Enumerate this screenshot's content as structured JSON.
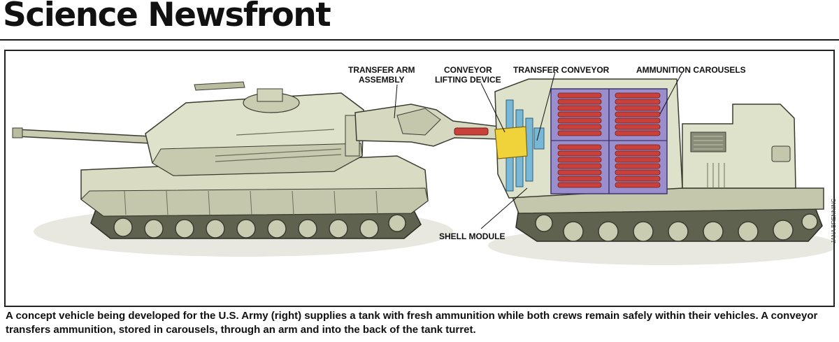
{
  "masthead": {
    "title": "Science Newsfront"
  },
  "labels": {
    "transfer_arm": "TRANSFER ARM\nASSEMBLY",
    "conveyor_lift": "CONVEYOR\nLIFTING DEVICE",
    "transfer_conveyor": "TRANSFER CONVEYOR",
    "ammo_carousels": "AMMUNITION CAROUSELS",
    "shell_module": "SHELL MODULE"
  },
  "credit": "JANA BRENNING",
  "caption": "A concept vehicle being developed for the U.S. Army (right) supplies a tank with fresh ammunition while both crews remain safely within their vehicles. A conveyor transfers ammunition, stored in carousels, through an arm and into the back of the tank turret.",
  "colors": {
    "hull": "#d9dcc3",
    "hull_shadow": "#b9bc9f",
    "ammo_red": "#c9413a",
    "ammo_bay": "#9a8fcc",
    "conveyor_blue": "#79b7d6",
    "lift_yellow": "#f0d33a"
  }
}
